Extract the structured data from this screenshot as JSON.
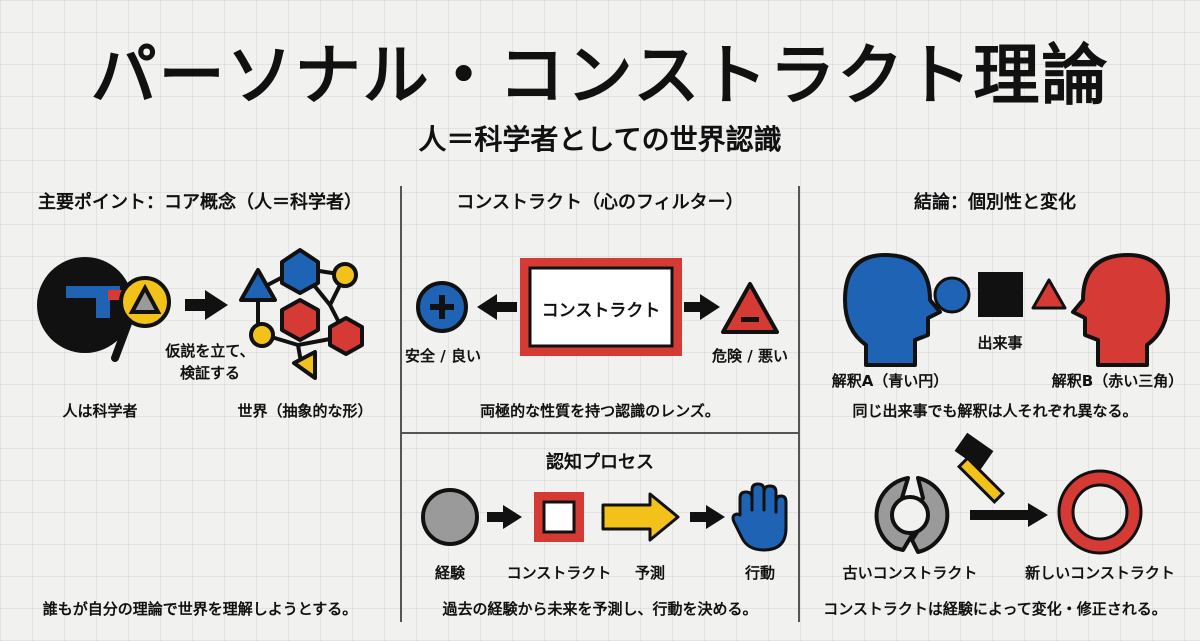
{
  "title": "パーソナル・コンストラクト理論",
  "subtitle": "人＝科学者としての世界認識",
  "left": {
    "heading": "主要ポイント：コア概念（人＝科学者）",
    "hypothesis_label": "仮説を立て、\n検証する",
    "person_label": "人は科学者",
    "world_label": "世界（抽象的な形）",
    "footer": "誰もが自分の理論で世界を理解しようとする。"
  },
  "middle_top": {
    "heading": "コンストラクト（心のフィルター）",
    "box_label": "コンストラクト",
    "good_label": "安全 / 良い",
    "bad_label": "危険 / 悪い",
    "caption": "両極的な性質を持つ認識のレンズ。"
  },
  "middle_bottom": {
    "heading": "認知プロセス",
    "steps": [
      "経験",
      "コンストラクト",
      "予測",
      "行動"
    ],
    "footer": "過去の経験から未来を予測し、行動を決める。"
  },
  "right_top": {
    "heading": "結論：個別性と変化",
    "event_label": "出来事",
    "interp_a": "解釈A（青い円）",
    "interp_b": "解釈B（赤い三角）",
    "caption": "同じ出来事でも解釈は人それぞれ異なる。"
  },
  "right_bottom": {
    "old_label": "古いコンストラクト",
    "new_label": "新しいコンストラクト",
    "footer": "コンストラクトは経験によって変化・修正される。"
  },
  "colors": {
    "blue": "#1f63b5",
    "red": "#d63a35",
    "yellow": "#f2c21b",
    "gray": "#9a9a9a",
    "black": "#111111"
  }
}
